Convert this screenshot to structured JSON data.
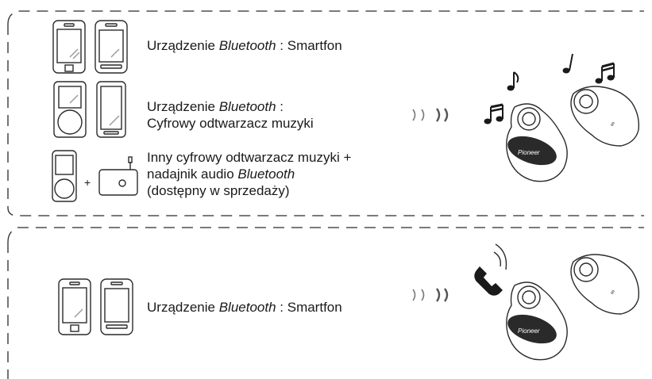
{
  "top_panel": {
    "rows": [
      {
        "name": "smartphone",
        "parts": [
          {
            "text": "Urządzenie ",
            "italic": false
          },
          {
            "text": "Bluetooth",
            "italic": true
          },
          {
            "text": " : Smartfon",
            "italic": false
          }
        ]
      },
      {
        "name": "music-player",
        "parts": [
          {
            "text": "Urządzenie ",
            "italic": false
          },
          {
            "text": "Bluetooth",
            "italic": true
          },
          {
            "text": " :",
            "italic": false
          }
        ],
        "line2": "Cyfrowy odtwarzacz muzyki"
      },
      {
        "name": "other-player",
        "line1": "Inny cyfrowy odtwarzacz muzyki +",
        "line2_parts": [
          {
            "text": "nadajnik audio ",
            "italic": false
          },
          {
            "text": "Bluetooth",
            "italic": true
          }
        ],
        "line3": "(dostępny w sprzedaży)"
      }
    ],
    "plus_sign": "+",
    "brand": "Pioneer"
  },
  "bottom_panel": {
    "row": {
      "parts": [
        {
          "text": "Urządzenie ",
          "italic": false
        },
        {
          "text": "Bluetooth",
          "italic": true
        },
        {
          "text": " : Smartfon",
          "italic": false
        }
      ]
    },
    "brand": "Pioneer"
  },
  "icons": [
    "phone-icon",
    "android-phone-icon",
    "music-player-icon",
    "media-player-icon",
    "audio-transmitter-icon",
    "music-note-icon",
    "phone-call-icon",
    "earbud-icon",
    "signal-arrows-icon"
  ]
}
